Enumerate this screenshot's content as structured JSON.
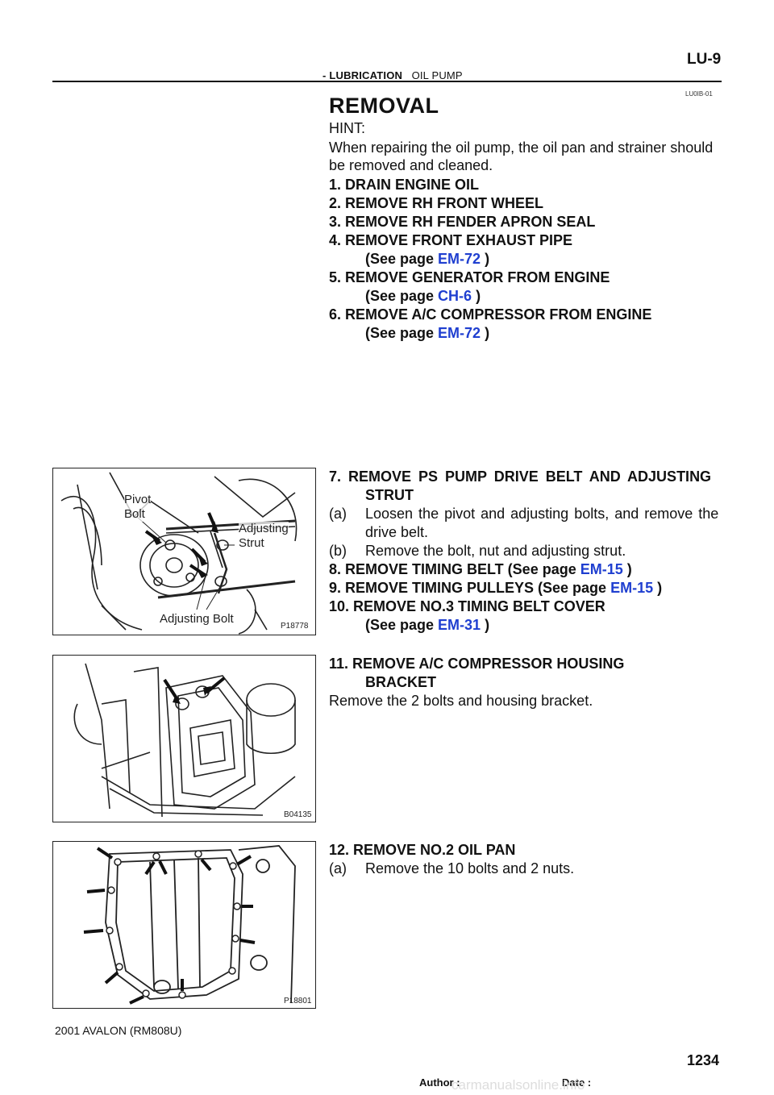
{
  "header": {
    "section": "- LUBRICATION",
    "subsection": "OIL PUMP",
    "page": "LU-9",
    "doc_id": "LU0IB-01"
  },
  "title": "REMOVAL",
  "hint_label": "HINT:",
  "hint_text": "When repairing the oil pump, the oil pan and strainer should be removed and cleaned.",
  "steps": {
    "s1": "1.   DRAIN ENGINE OIL",
    "s2": "2.   REMOVE RH FRONT WHEEL",
    "s3": "3.   REMOVE RH FENDER APRON SEAL",
    "s4": "4.   REMOVE FRONT EXHAUST PIPE",
    "s4_ref_pre": "(See page ",
    "s4_ref": "EM-72",
    "s4_ref_post": " )",
    "s5": "5.   REMOVE GENERATOR FROM ENGINE",
    "s5_ref_pre": "(See page ",
    "s5_ref": "CH-6",
    "s5_ref_post": " )",
    "s6": "6.   REMOVE A/C COMPRESSOR FROM ENGINE",
    "s6_ref_pre": "(See page ",
    "s6_ref": "EM-72",
    "s6_ref_post": " )",
    "s7a": "7.   REMOVE PS PUMP DRIVE BELT AND ADJUSTING",
    "s7b": "STRUT",
    "s7_a_num": "(a)",
    "s7_a_text1": "Loosen the pivot and adjusting bolts, and remove the",
    "s7_a_text2": "drive belt.",
    "s7_b_num": "(b)",
    "s7_b_text": "Remove the bolt, nut and adjusting strut.",
    "s8_pre": "8.   REMOVE TIMING BELT (See page ",
    "s8_ref": "EM-15",
    "s8_post": " )",
    "s9_pre": "9.   REMOVE TIMING PULLEYS (See page ",
    "s9_ref": "EM-15",
    "s9_post": " )",
    "s10": "10.  REMOVE NO.3 TIMING BELT COVER",
    "s10_ref_pre": "(See page ",
    "s10_ref": "EM-31",
    "s10_ref_post": " )",
    "s11a": "11.  REMOVE A/C COMPRESSOR HOUSING",
    "s11b": "BRACKET",
    "s11_text": "Remove the 2 bolts and housing bracket.",
    "s12": "12.  REMOVE NO.2 OIL PAN",
    "s12_a_num": "(a)",
    "s12_a_text": "Remove the 10 bolts and 2 nuts."
  },
  "figures": {
    "fig1_code": "P18778",
    "fig1_label_pivot1": "Pivot",
    "fig1_label_pivot2": "Bolt",
    "fig1_label_adj1": "Adjusting",
    "fig1_label_adj2": "Strut",
    "fig1_label_bolt": "Adjusting Bolt",
    "fig2_code": "B04135",
    "fig3_code": "P18801"
  },
  "footer": {
    "vehicle": "2001 AVALON   (RM808U)",
    "page_number": "1234",
    "author": "Author :",
    "date": "Date :",
    "watermark": "carmanualsonline.info"
  }
}
